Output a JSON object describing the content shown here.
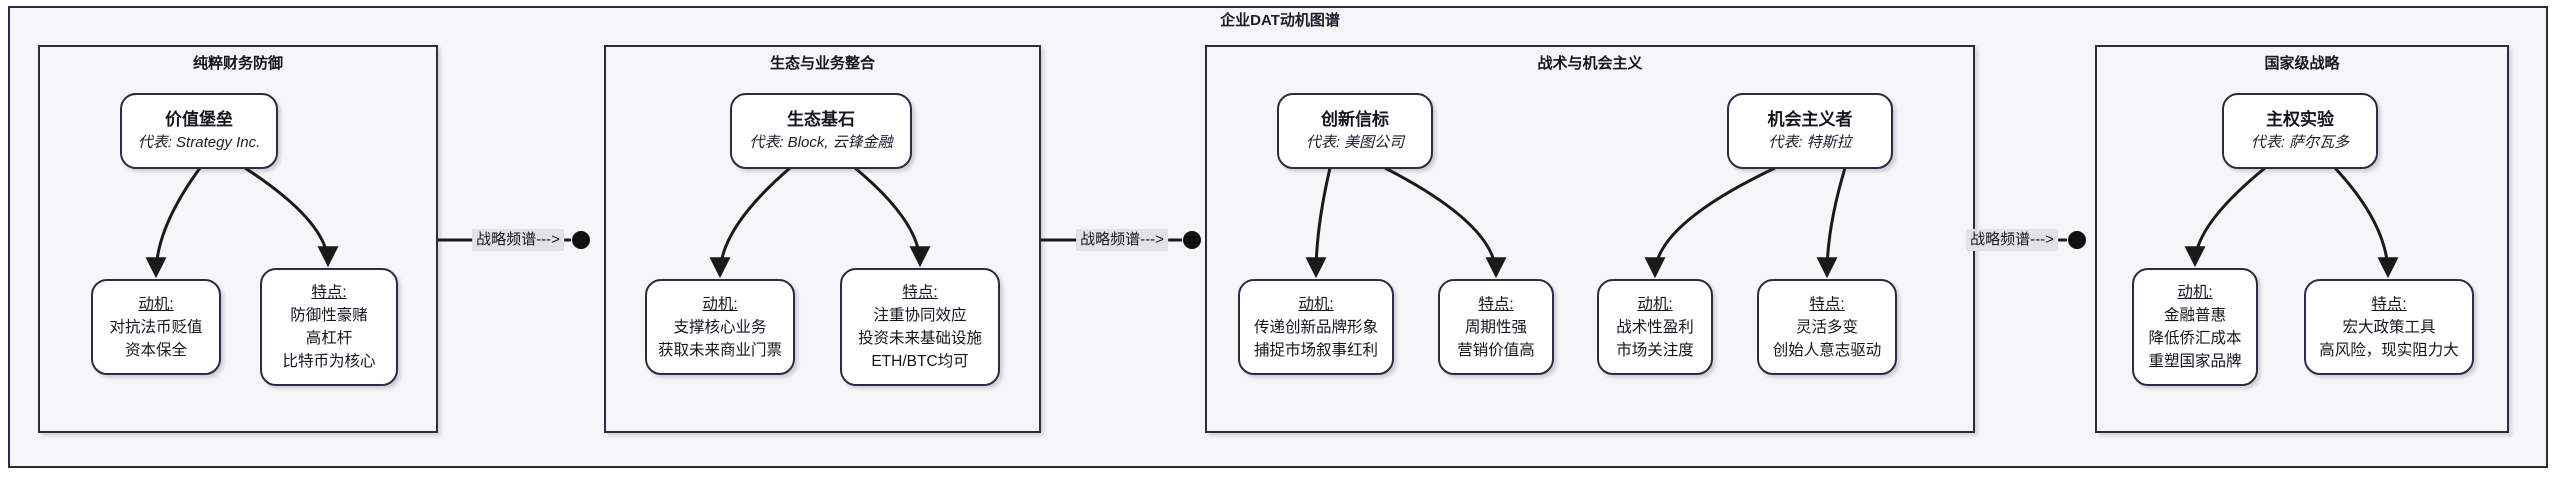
{
  "title": "企业DAT动机图谱",
  "edge_label": "战略频谱--->",
  "colors": {
    "background": "#f6f6f9",
    "border": "#2b2b45",
    "node_fill": "#ffffff",
    "line": "#1a1a1a",
    "edge_label_bg": "#e2e2e6"
  },
  "groups": [
    {
      "title": "纯粹财务防御",
      "parents": [
        {
          "name": "价值堡垒",
          "rep": "代表: Strategy Inc.",
          "children": [
            {
              "head": "动机:",
              "lines": [
                "对抗法币贬值",
                "资本保全"
              ]
            },
            {
              "head": "特点:",
              "lines": [
                "防御性豪赌",
                "高杠杆",
                "比特币为核心"
              ]
            }
          ]
        }
      ]
    },
    {
      "title": "生态与业务整合",
      "parents": [
        {
          "name": "生态基石",
          "rep": "代表: Block, 云锋金融",
          "children": [
            {
              "head": "动机:",
              "lines": [
                "支撑核心业务",
                "获取未来商业门票"
              ]
            },
            {
              "head": "特点:",
              "lines": [
                "注重协同效应",
                "投资未来基础设施",
                "ETH/BTC均可"
              ]
            }
          ]
        }
      ]
    },
    {
      "title": "战术与机会主义",
      "parents": [
        {
          "name": "创新信标",
          "rep": "代表: 美图公司",
          "children": [
            {
              "head": "动机:",
              "lines": [
                "传递创新品牌形象",
                "捕捉市场叙事红利"
              ]
            },
            {
              "head": "特点:",
              "lines": [
                "周期性强",
                "营销价值高"
              ]
            }
          ]
        },
        {
          "name": "机会主义者",
          "rep": "代表: 特斯拉",
          "children": [
            {
              "head": "动机:",
              "lines": [
                "战术性盈利",
                "市场关注度"
              ]
            },
            {
              "head": "特点:",
              "lines": [
                "灵活多变",
                "创始人意志驱动"
              ]
            }
          ]
        }
      ]
    },
    {
      "title": "国家级战略",
      "parents": [
        {
          "name": "主权实验",
          "rep": "代表: 萨尔瓦多",
          "children": [
            {
              "head": "动机:",
              "lines": [
                "金融普惠",
                "降低侨汇成本",
                "重塑国家品牌"
              ]
            },
            {
              "head": "特点:",
              "lines": [
                "宏大政策工具",
                "高风险，现实阻力大"
              ]
            }
          ]
        }
      ]
    }
  ]
}
